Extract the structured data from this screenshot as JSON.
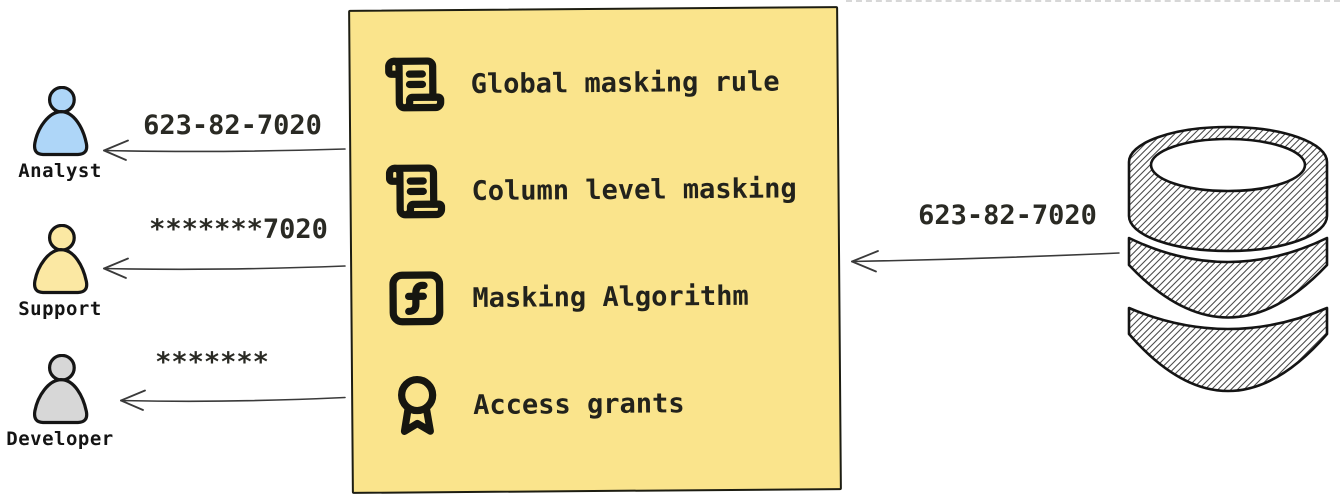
{
  "colors": {
    "box_fill": "#FAE48C",
    "analyst_fill": "#AED6F8",
    "support_fill": "#FBE8A3",
    "developer_fill": "#D7D7D7",
    "stroke": "#1d1d12"
  },
  "actors": [
    {
      "name": "Analyst",
      "received_value": "623-82-7020",
      "fill": "#AED6F8"
    },
    {
      "name": "Support",
      "received_value": "*******7020",
      "fill": "#FBE8A3"
    },
    {
      "name": "Developer",
      "received_value": "*******",
      "fill": "#D7D7D7"
    }
  ],
  "masking_box": {
    "items": [
      {
        "icon": "scroll-text-icon",
        "label": "Global masking rule"
      },
      {
        "icon": "scroll-text-icon",
        "label": "Column level masking"
      },
      {
        "icon": "function-square-icon",
        "label": "Masking Algorithm"
      },
      {
        "icon": "award-icon",
        "label": "Access grants"
      }
    ]
  },
  "database": {
    "icon": "database-cylinder-icon",
    "output_value": "623-82-7020"
  }
}
